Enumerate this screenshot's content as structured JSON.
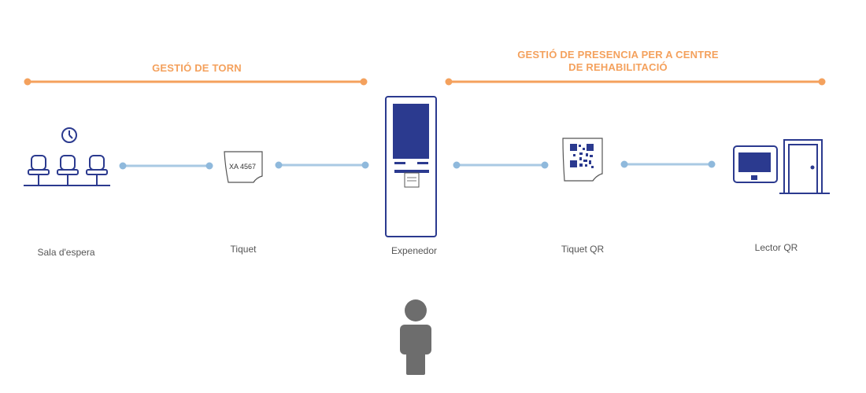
{
  "headings": {
    "torn": "GESTIÓ DE TORN",
    "presencia_line1": "GESTIÓ DE PRESENCIA PER A CENTRE",
    "presencia_line2": "DE REHABILITACIÓ"
  },
  "stations": {
    "sala": "Sala d'espera",
    "tiquet": "Tiquet",
    "expenedor": "Expenedor",
    "tiquet_qr": "Tiquet QR",
    "lector_qr": "Lector QR"
  },
  "ticket_number": "XA 4567",
  "colors": {
    "accent_orange": "#f4a15d",
    "connector_blue": "#a9c9e3",
    "dot_blue": "#8fb9dc",
    "device_navy": "#2b3a8f",
    "person_gray": "#6d6d6d"
  }
}
